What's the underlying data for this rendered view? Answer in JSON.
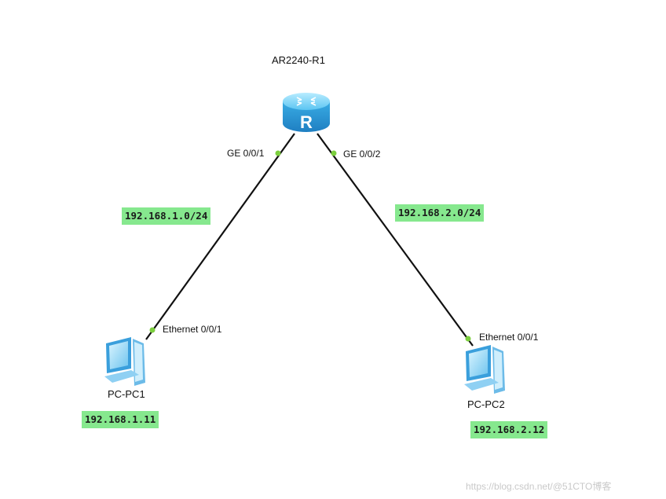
{
  "router": {
    "name": "AR2240-R1",
    "icon": "router-icon",
    "port_left": "GE 0/0/1",
    "port_right": "GE 0/0/2"
  },
  "pc1": {
    "name": "PC-PC1",
    "icon": "pc-icon",
    "port": "Ethernet 0/0/1",
    "ip": "192.168.1.11"
  },
  "pc2": {
    "name": "PC-PC2",
    "icon": "pc-icon",
    "port": "Ethernet 0/0/1",
    "ip": "192.168.2.12"
  },
  "networks": {
    "left": "192.168.1.0/24",
    "right": "192.168.2.0/24"
  },
  "watermark": "https://blog.csdn.net/@51CTO博客",
  "colors": {
    "link": "#111111",
    "port_dot": "#7ccf3e",
    "network_label_bg": "#86e88e",
    "router_blue": "#3fb1e6"
  }
}
